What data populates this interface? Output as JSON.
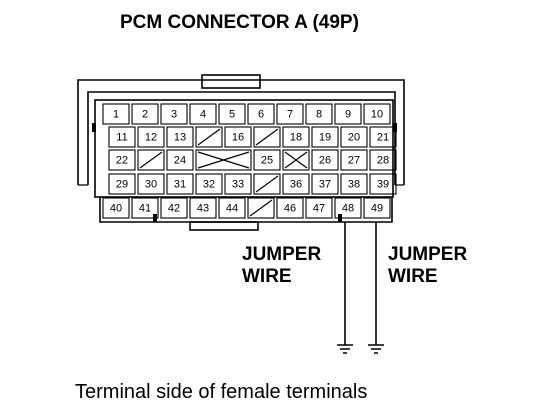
{
  "title": "PCM CONNECTOR A (49P)",
  "caption": "Terminal side of female terminals",
  "jumper_left": {
    "line1": "JUMPER",
    "line2": "WIRE"
  },
  "jumper_right": {
    "line1": "JUMPER",
    "line2": "WIRE"
  },
  "rows": [
    [
      {
        "label": "1"
      },
      {
        "label": "2"
      },
      {
        "label": "3"
      },
      {
        "label": "4"
      },
      {
        "label": "5"
      },
      {
        "label": "6"
      },
      {
        "label": "7"
      },
      {
        "label": "8"
      },
      {
        "label": "9"
      },
      {
        "label": "10"
      }
    ],
    [
      {
        "label": "11"
      },
      {
        "label": "12"
      },
      {
        "label": "13"
      },
      {
        "label": "",
        "mark": "slash"
      },
      {
        "label": "16"
      },
      {
        "label": "",
        "mark": "slash"
      },
      {
        "label": "18"
      },
      {
        "label": "19"
      },
      {
        "label": "20"
      },
      {
        "label": "21"
      }
    ],
    [
      {
        "label": "22"
      },
      {
        "label": "",
        "mark": "slash"
      },
      {
        "label": "24"
      },
      {
        "label": "",
        "mark": "x"
      },
      {
        "label": "25"
      },
      {
        "label": "",
        "mark": "x"
      },
      {
        "label": "26"
      },
      {
        "label": "27"
      },
      {
        "label": "28"
      }
    ],
    [
      {
        "label": "29"
      },
      {
        "label": "30"
      },
      {
        "label": "31"
      },
      {
        "label": "32"
      },
      {
        "label": "33"
      },
      {
        "label": "",
        "mark": "slash"
      },
      {
        "label": "36"
      },
      {
        "label": "37"
      },
      {
        "label": "38"
      },
      {
        "label": "39"
      }
    ],
    [
      {
        "label": "40"
      },
      {
        "label": "41"
      },
      {
        "label": "42"
      },
      {
        "label": "43"
      },
      {
        "label": "44"
      },
      {
        "label": "",
        "mark": "slash"
      },
      {
        "label": "46"
      },
      {
        "label": "47"
      },
      {
        "label": "48"
      },
      {
        "label": "49"
      }
    ]
  ]
}
